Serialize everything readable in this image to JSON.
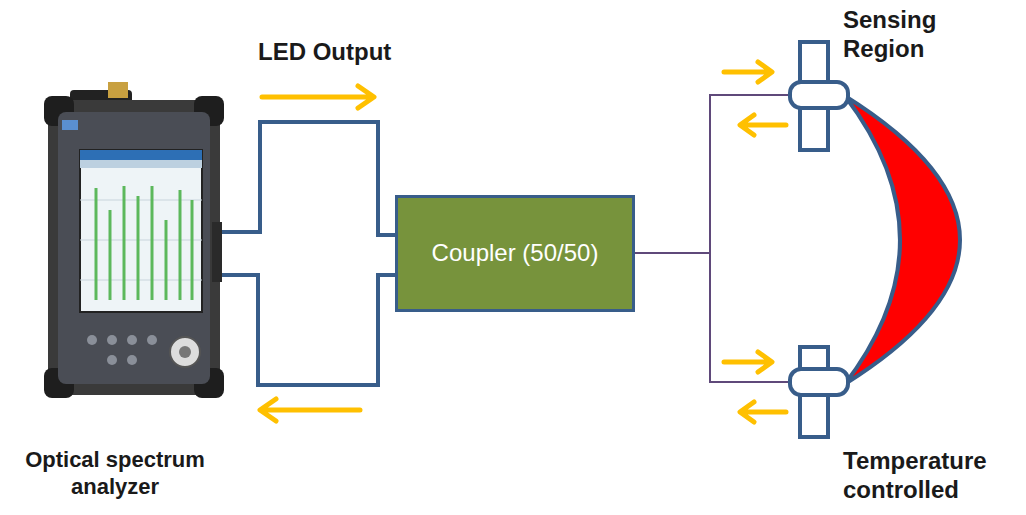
{
  "diagram": {
    "nodes": [
      {
        "text": [
          "Optical spectrum analyzer"
        ]
      },
      {
        "text": [
          "Coupler (50/50)"
        ]
      },
      {
        "text": [
          "Sensing Region",
          "Temperature controlled"
        ]
      }
    ],
    "edges": [
      {
        "from": 0,
        "to": 1,
        "arrow": "none"
      },
      {
        "from": 1,
        "to": 0,
        "arrow": "none"
      },
      {
        "from": 1,
        "to": 2,
        "arrow": "none"
      },
      {
        "from": 1,
        "to": 2,
        "arrow": "none"
      }
    ],
    "labels": [
      "LED Output"
    ]
  }
}
